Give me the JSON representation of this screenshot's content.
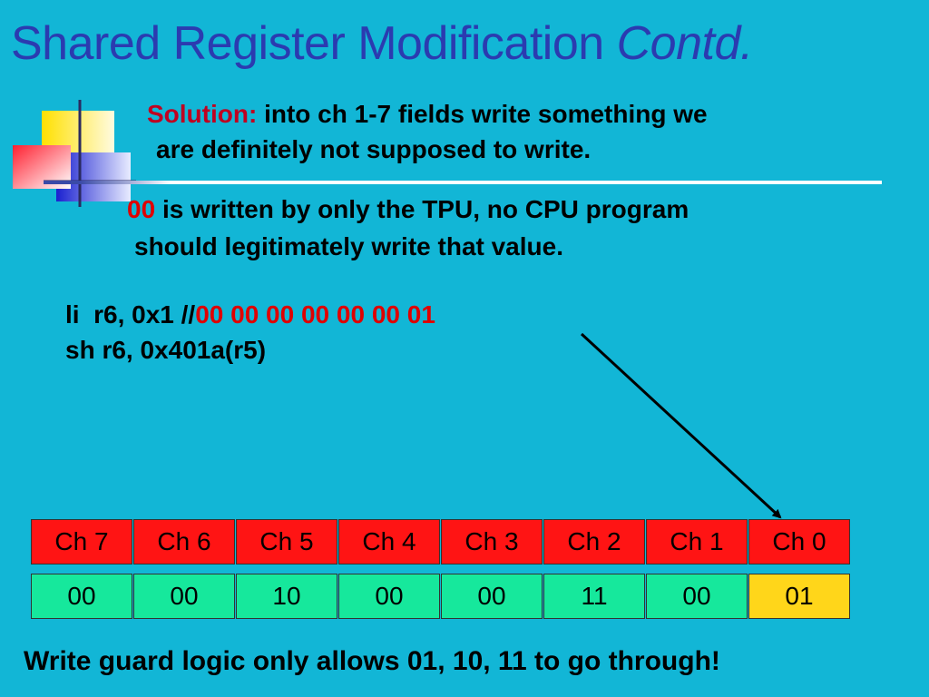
{
  "title": {
    "main": "Shared Register Modification",
    "italic": "Contd."
  },
  "solution": {
    "label": "Solution:",
    "line1": "into ch 1-7 fields write something we",
    "line2": "are definitely not supposed to write."
  },
  "note": {
    "value": "00",
    "line1": "is written by only the TPU, no CPU program",
    "line2": "should legitimately write that value."
  },
  "code": {
    "line1_prefix": "li  r6, 0x1 //",
    "line1_value": "00 00 00 00 00 00 01",
    "line2": "sh r6, 0x401a(r5)"
  },
  "channels": [
    "Ch 7",
    "Ch 6",
    "Ch 5",
    "Ch 4",
    "Ch 3",
    "Ch 2",
    "Ch 1",
    "Ch 0"
  ],
  "values": [
    "00",
    "00",
    "10",
    "00",
    "00",
    "11",
    "00",
    "01"
  ],
  "highlighted_channel": "Ch 0",
  "footer": "Write guard logic only allows 01, 10, 11 to go through!",
  "colors": {
    "background": "#12b6d6",
    "title": "#2b3bb0",
    "channel_cell": "#ff1414",
    "value_cell": "#16e89c",
    "highlight_cell": "#ffd61a",
    "accent_red": "#e00000"
  }
}
